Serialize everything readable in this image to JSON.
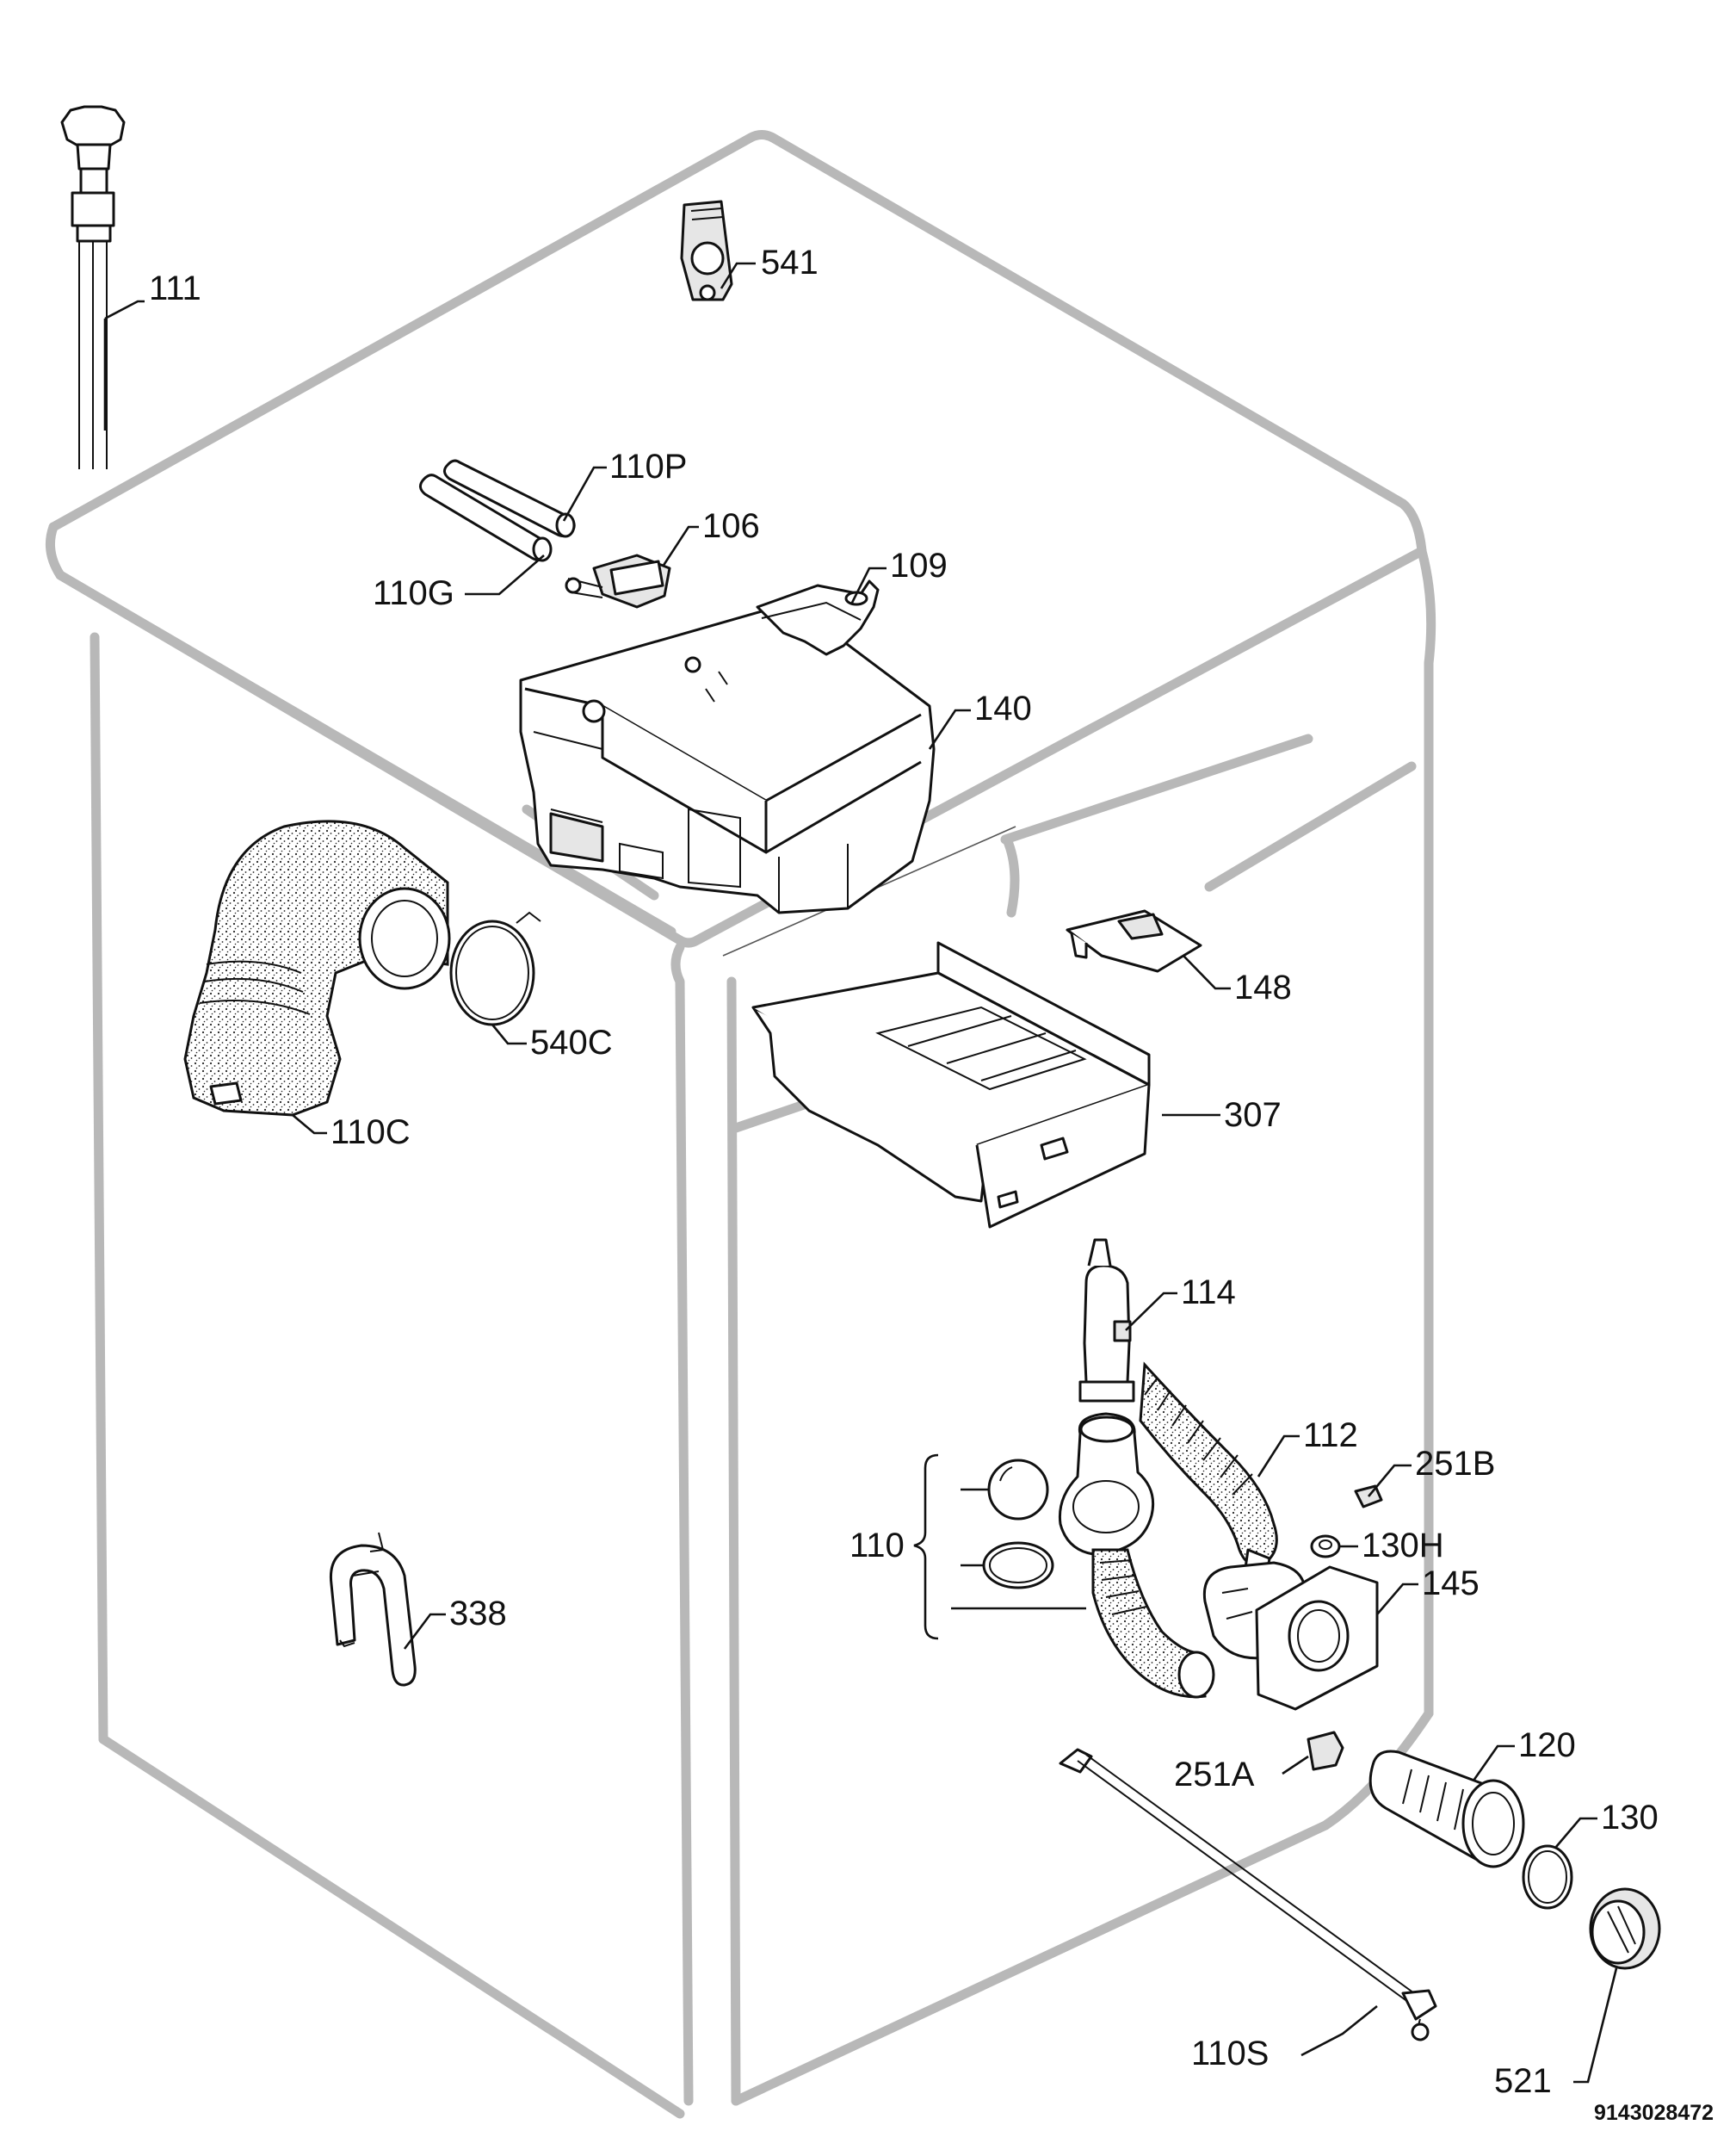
{
  "document_number": "9143028472",
  "callouts": [
    {
      "id": "111",
      "label": "111"
    },
    {
      "id": "541",
      "label": "541"
    },
    {
      "id": "110P",
      "label": "110P"
    },
    {
      "id": "106",
      "label": "106"
    },
    {
      "id": "110G",
      "label": "110G"
    },
    {
      "id": "109",
      "label": "109"
    },
    {
      "id": "140",
      "label": "140"
    },
    {
      "id": "148",
      "label": "148"
    },
    {
      "id": "540C",
      "label": "540C"
    },
    {
      "id": "110C",
      "label": "110C"
    },
    {
      "id": "307",
      "label": "307"
    },
    {
      "id": "114",
      "label": "114"
    },
    {
      "id": "112",
      "label": "112"
    },
    {
      "id": "251B",
      "label": "251B"
    },
    {
      "id": "110",
      "label": "110"
    },
    {
      "id": "130H",
      "label": "130H"
    },
    {
      "id": "145",
      "label": "145"
    },
    {
      "id": "338",
      "label": "338"
    },
    {
      "id": "120",
      "label": "120"
    },
    {
      "id": "251A",
      "label": "251A"
    },
    {
      "id": "130",
      "label": "130"
    },
    {
      "id": "110S",
      "label": "110S"
    },
    {
      "id": "521",
      "label": "521"
    }
  ]
}
